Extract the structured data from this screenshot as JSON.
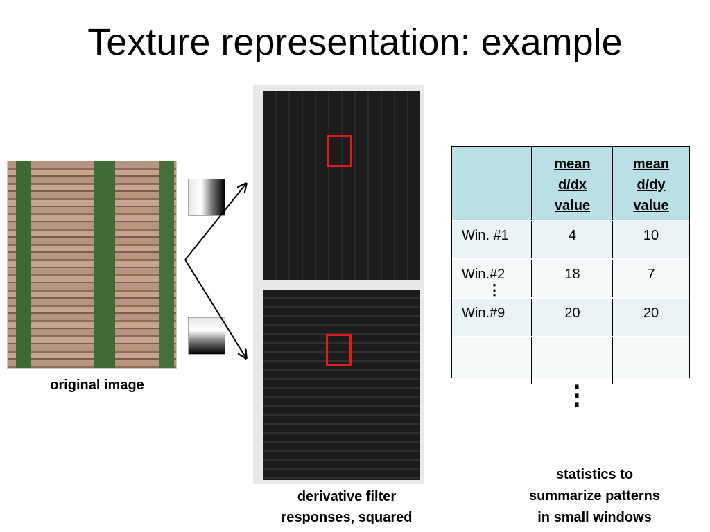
{
  "title": "Texture representation: example",
  "original_image": {
    "label": "original image"
  },
  "filters": {
    "dx_icon": "horizontal-derivative-filter-icon",
    "dy_icon": "vertical-derivative-filter-icon"
  },
  "responses": {
    "label_line1": "derivative filter",
    "label_line2": "responses, squared",
    "window_color": "#e3191b"
  },
  "table": {
    "headers": [
      "",
      "mean d/dx value",
      "mean d/dy value"
    ],
    "header_lines": {
      "dx": [
        "mean",
        "d/dx",
        "value"
      ],
      "dy": [
        "mean",
        "d/dy",
        "value"
      ]
    },
    "rows": [
      {
        "win": "Win. #1",
        "dx": "4",
        "dy": "10"
      },
      {
        "win": "Win.#2",
        "dx": "18",
        "dy": "7"
      },
      {
        "win": "Win.#9",
        "dx": "20",
        "dy": "20"
      },
      {
        "win": "",
        "dx": "",
        "dy": ""
      }
    ],
    "row_ellipsis": "⋮",
    "more_rows_ellipsis": "⋮",
    "header_color": "#b8e0e6"
  },
  "stats_label": {
    "line1": "statistics to",
    "line2": "summarize patterns",
    "line3": "in small windows"
  }
}
